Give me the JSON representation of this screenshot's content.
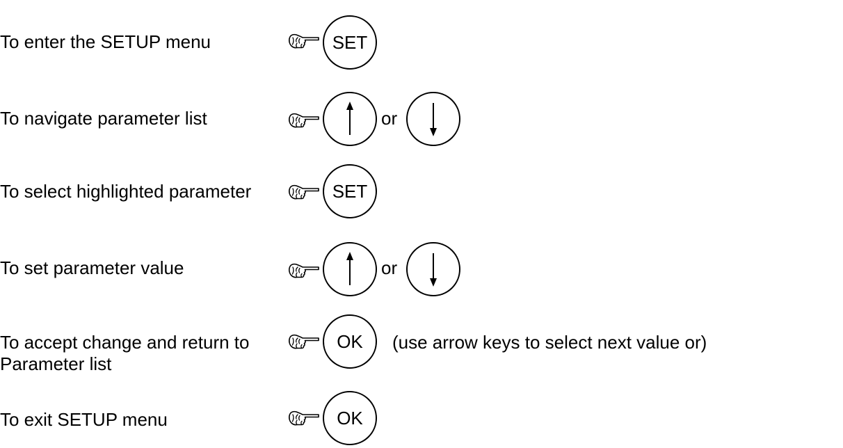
{
  "steps": [
    {
      "label": "To enter the SETUP menu",
      "keys": [
        "SET"
      ]
    },
    {
      "label": "To navigate parameter list",
      "keys": [
        "up-arrow",
        "down-arrow"
      ],
      "joiner": "or"
    },
    {
      "label": "To select highlighted parameter",
      "keys": [
        "SET"
      ]
    },
    {
      "label": "To set parameter value",
      "keys": [
        "up-arrow",
        "down-arrow"
      ],
      "joiner": "or"
    },
    {
      "label_line1": "To accept change and return to",
      "label_line2": "Parameter list",
      "keys": [
        "OK"
      ],
      "note": "(use arrow keys to select next value or)"
    },
    {
      "label": "To exit SETUP menu",
      "keys": [
        "OK"
      ]
    }
  ],
  "pointer_icon": "pointing-hand-icon",
  "colors": {
    "ink": "#000000",
    "background": "#ffffff"
  }
}
